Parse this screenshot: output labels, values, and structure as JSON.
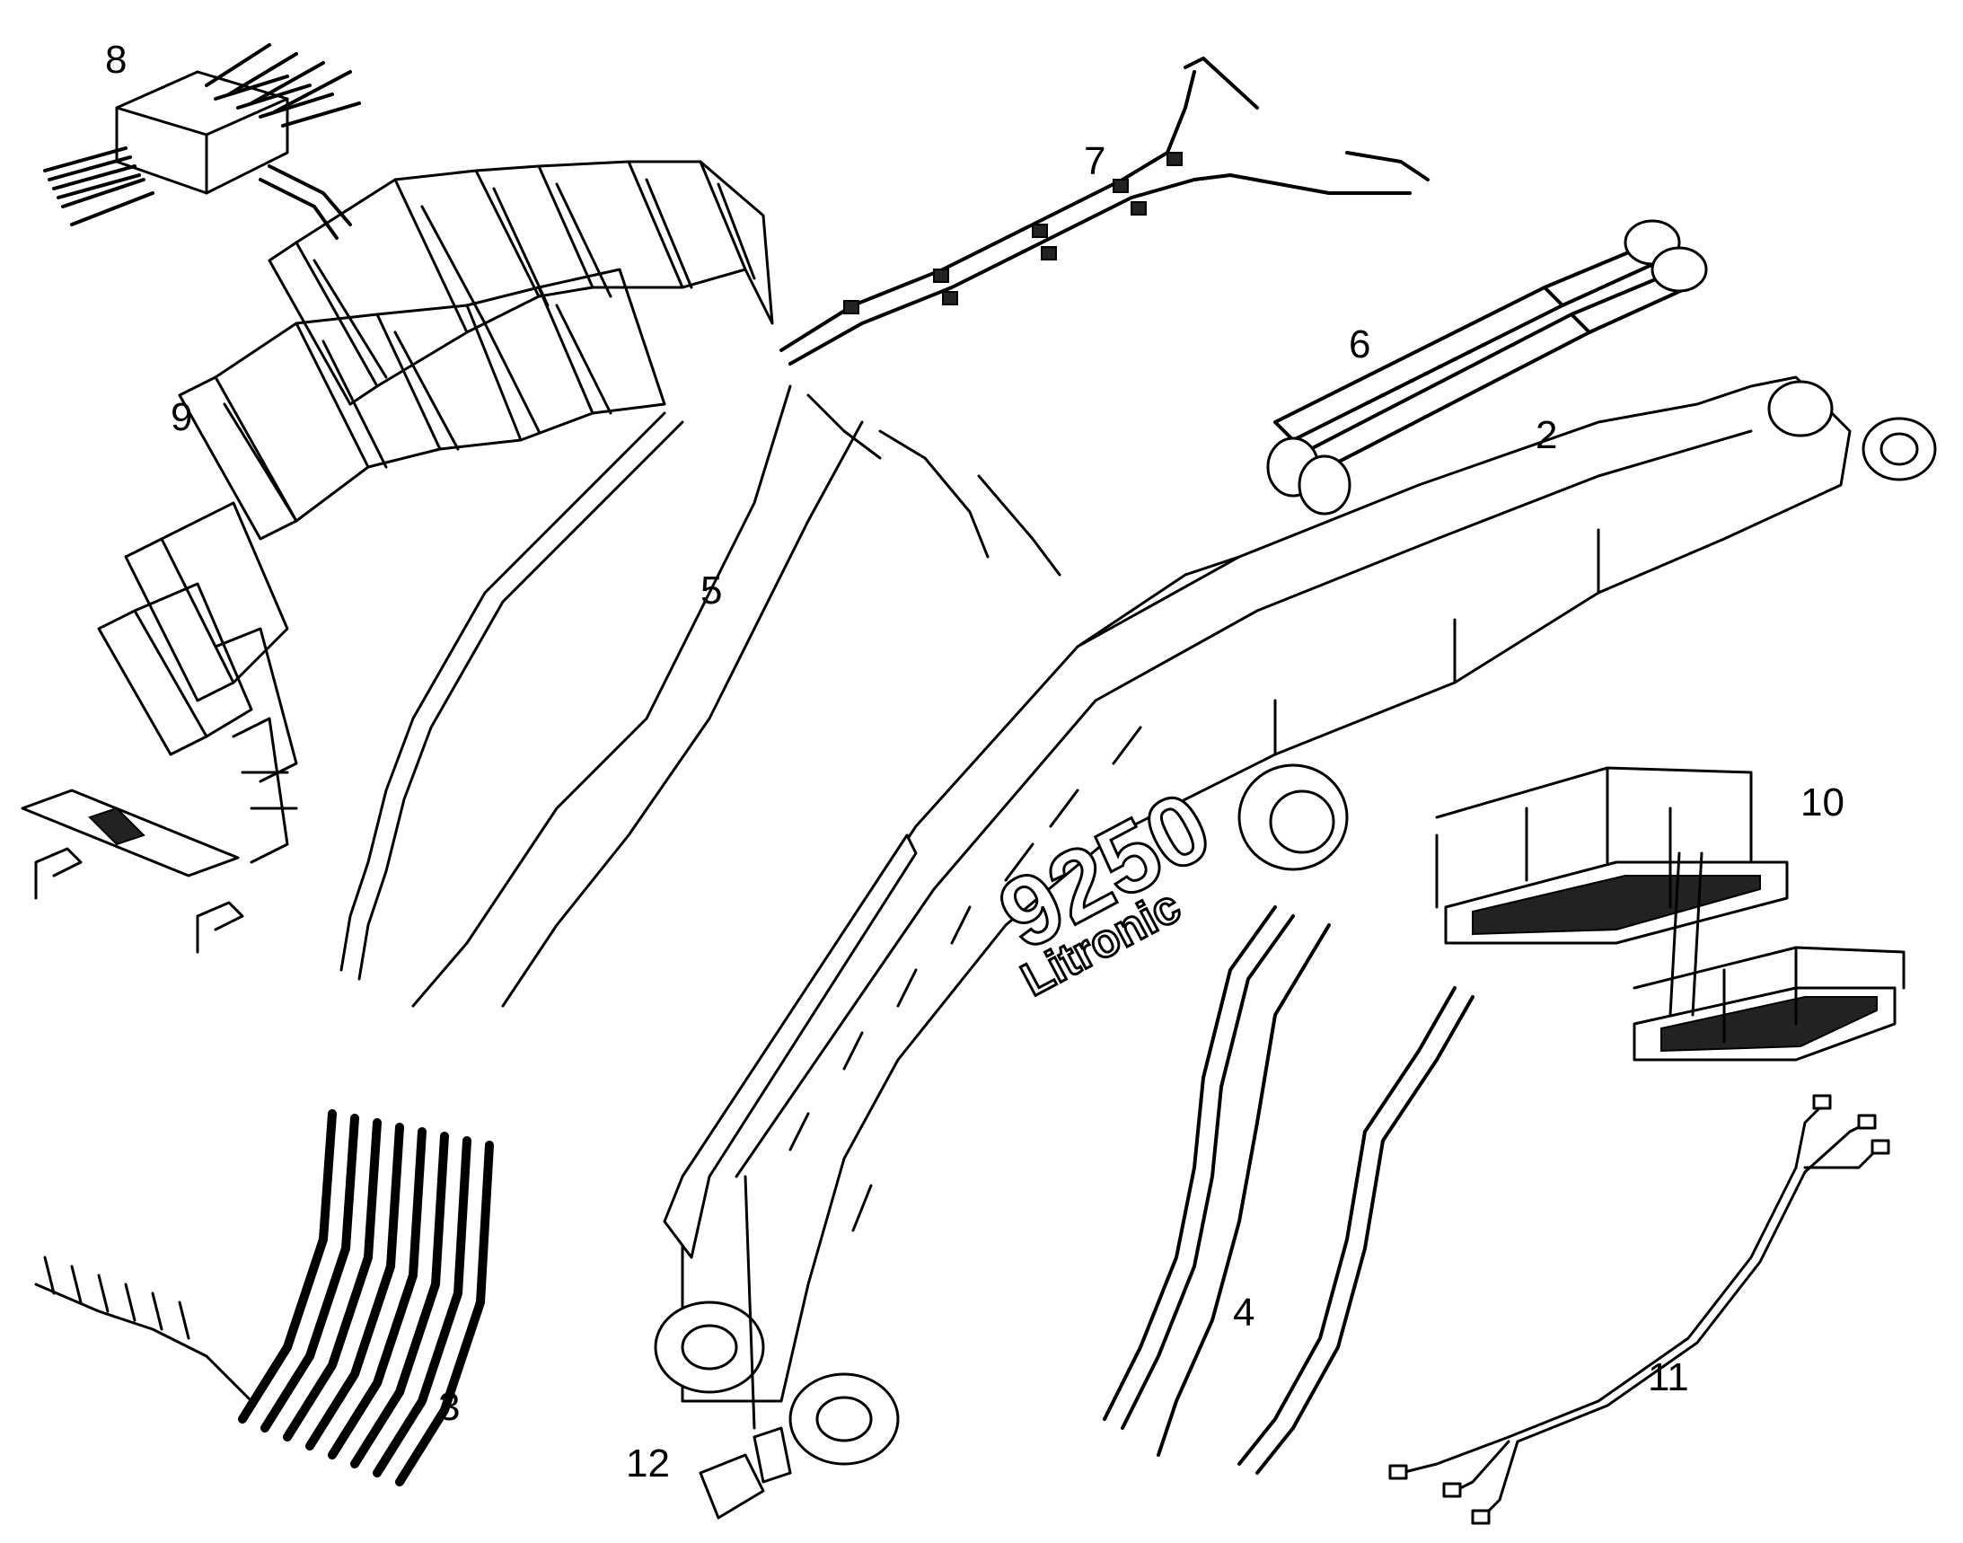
{
  "diagram": {
    "callouts": [
      {
        "id": "c8",
        "label": "8"
      },
      {
        "id": "c7",
        "label": "7"
      },
      {
        "id": "c9",
        "label": "9"
      },
      {
        "id": "c6",
        "label": "6"
      },
      {
        "id": "c2",
        "label": "2"
      },
      {
        "id": "c5",
        "label": "5"
      },
      {
        "id": "c10",
        "label": "10"
      },
      {
        "id": "c4",
        "label": "4"
      },
      {
        "id": "c3",
        "label": "3"
      },
      {
        "id": "c11",
        "label": "11"
      },
      {
        "id": "c12",
        "label": "12"
      }
    ],
    "boom_branding": {
      "model": "9250",
      "brand": "Litronic"
    }
  }
}
